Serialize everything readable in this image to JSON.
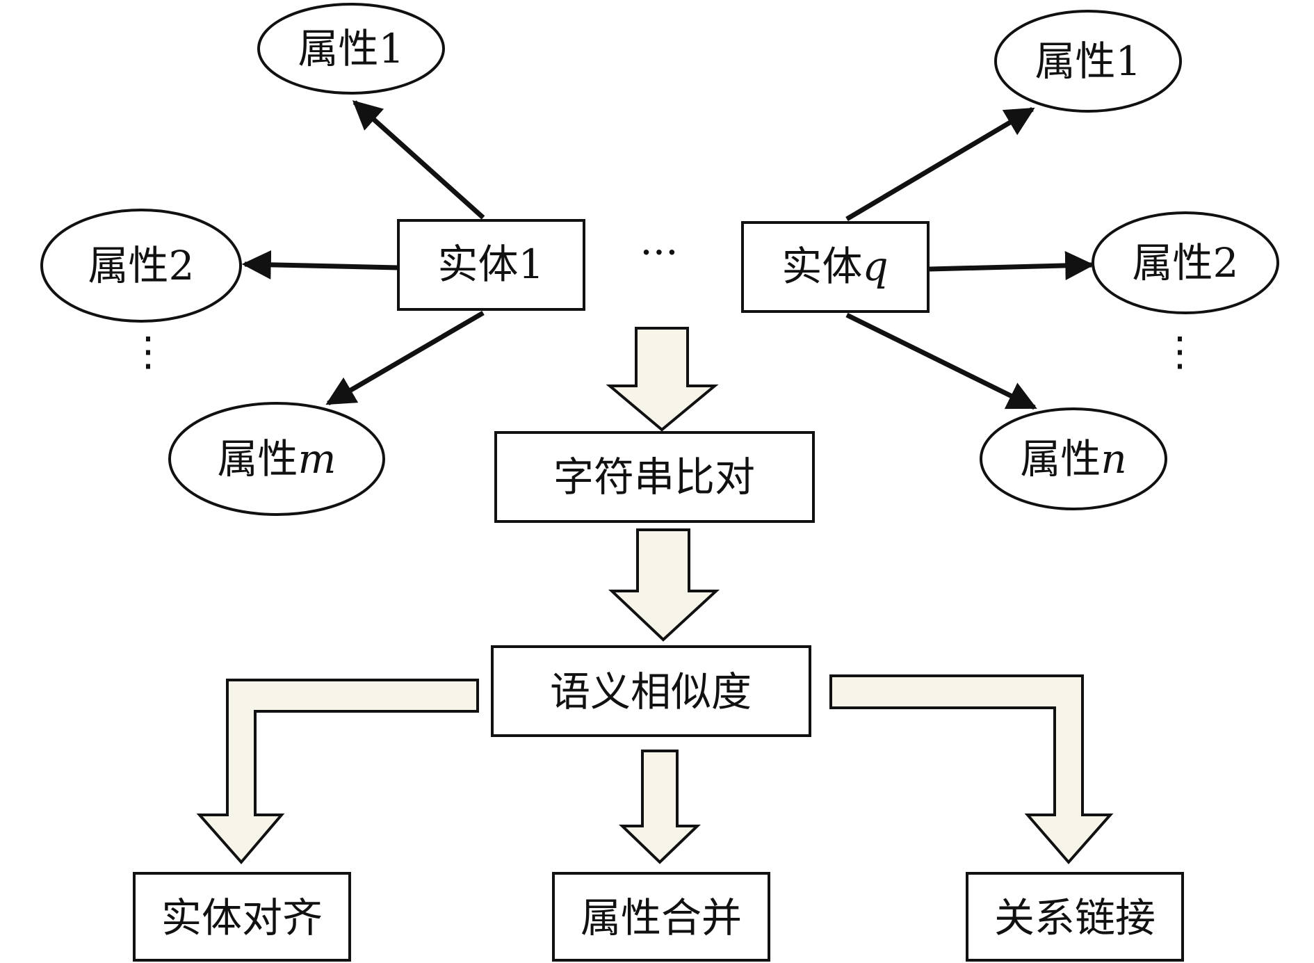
{
  "diagram": {
    "left_entity": "实体1",
    "right_entity_prefix": "实体",
    "right_entity_var": "q",
    "attr_left_1": "属性1",
    "attr_left_2": "属性2",
    "attr_left_m_prefix": "属性",
    "attr_left_m_var": "m",
    "attr_right_1": "属性1",
    "attr_right_2": "属性2",
    "attr_right_n_prefix": "属性",
    "attr_right_n_var": "n",
    "ellipsis_h": "···",
    "ellipsis_v": "⋮",
    "string_compare": "字符串比对",
    "semantic_similarity": "语义相似度",
    "entity_alignment": "实体对齐",
    "attribute_merge": "属性合并",
    "relation_linking": "关系链接"
  },
  "colors": {
    "stroke": "#111111",
    "block_arrow_fill": "#f7f5ea",
    "box_fill": "#ffffff"
  }
}
